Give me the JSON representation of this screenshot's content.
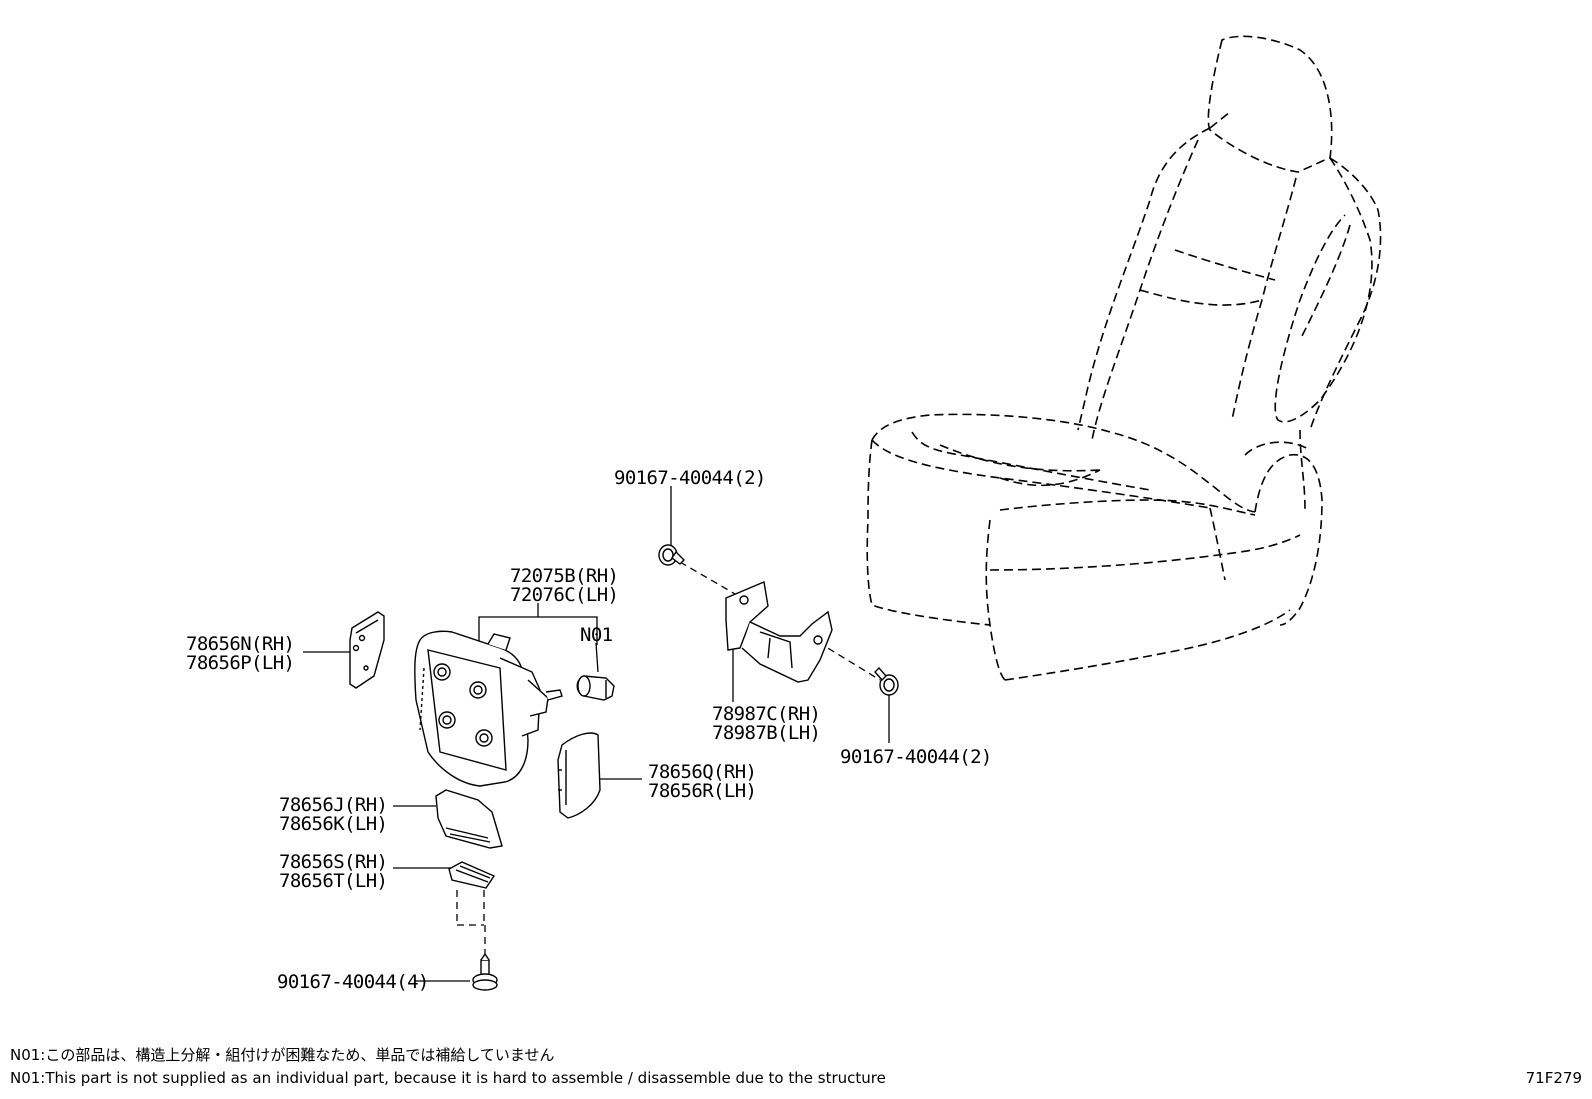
{
  "labels": {
    "bolt_top": "90167-40044(2)",
    "bolt_right": "90167-40044(2)",
    "bolt_bottom": "90167-40044(4)",
    "hinge_rh": "72075B(RH)",
    "hinge_lh": "72076C(LH)",
    "n01": "N01",
    "cover_n_rh": "78656N(RH)",
    "cover_p_lh": "78656P(LH)",
    "bracket_rh": "78987C(RH)",
    "bracket_lh": "78987B(LH)",
    "cover_q_rh": "78656Q(RH)",
    "cover_r_lh": "78656R(LH)",
    "cover_j_rh": "78656J(RH)",
    "cover_k_lh": "78656K(LH)",
    "cover_s_rh": "78656S(RH)",
    "cover_t_lh": "78656T(LH)"
  },
  "notes": {
    "jp": "N01:この部品は、構造上分解・組付けが困難なため、単品では補給していません",
    "en": "N01:This part is not supplied as an individual part, because it is hard to assemble / disassemble due to the structure"
  },
  "figure_code": "71F279"
}
